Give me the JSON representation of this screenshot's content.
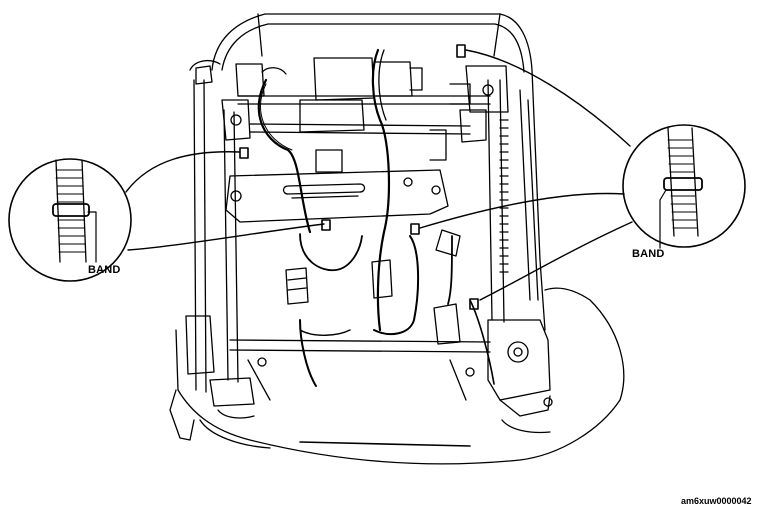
{
  "labels": {
    "band_left": "BAND",
    "band_right": "BAND"
  },
  "figure_code": "am6xuw0000042",
  "colors": {
    "line": "#000000",
    "background": "#ffffff"
  }
}
